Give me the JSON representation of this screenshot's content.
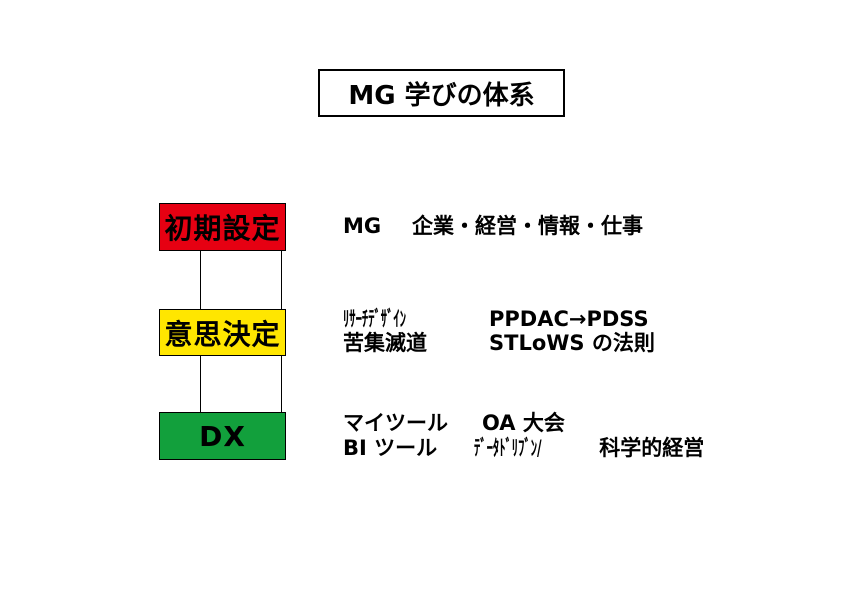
{
  "title": "MG 学びの体系",
  "colors": {
    "initial_setting": "#e60012",
    "decision": "#ffe600",
    "dx": "#12a03c",
    "line": "#000000"
  },
  "stages": [
    {
      "label": "初期設定",
      "lines": [
        {
          "left": "MG",
          "right": "企業・経営・情報・仕事"
        }
      ]
    },
    {
      "label": "意思決定",
      "lines": [
        {
          "left": "ﾘｻｰﾁﾃﾞｻﾞｲﾝ",
          "right": "PPDAC→PDSS"
        },
        {
          "left": "苦集滅道",
          "right": "STLoWS の法則"
        }
      ]
    },
    {
      "label": "DX",
      "lines": [
        {
          "left": "マイツール",
          "right": "OA 大会"
        },
        {
          "left": "BI ツール",
          "right_narrow": "ﾃﾞｰﾀﾄﾞﾘﾌﾞﾝ/",
          "right": " 科学的経営"
        }
      ]
    }
  ]
}
